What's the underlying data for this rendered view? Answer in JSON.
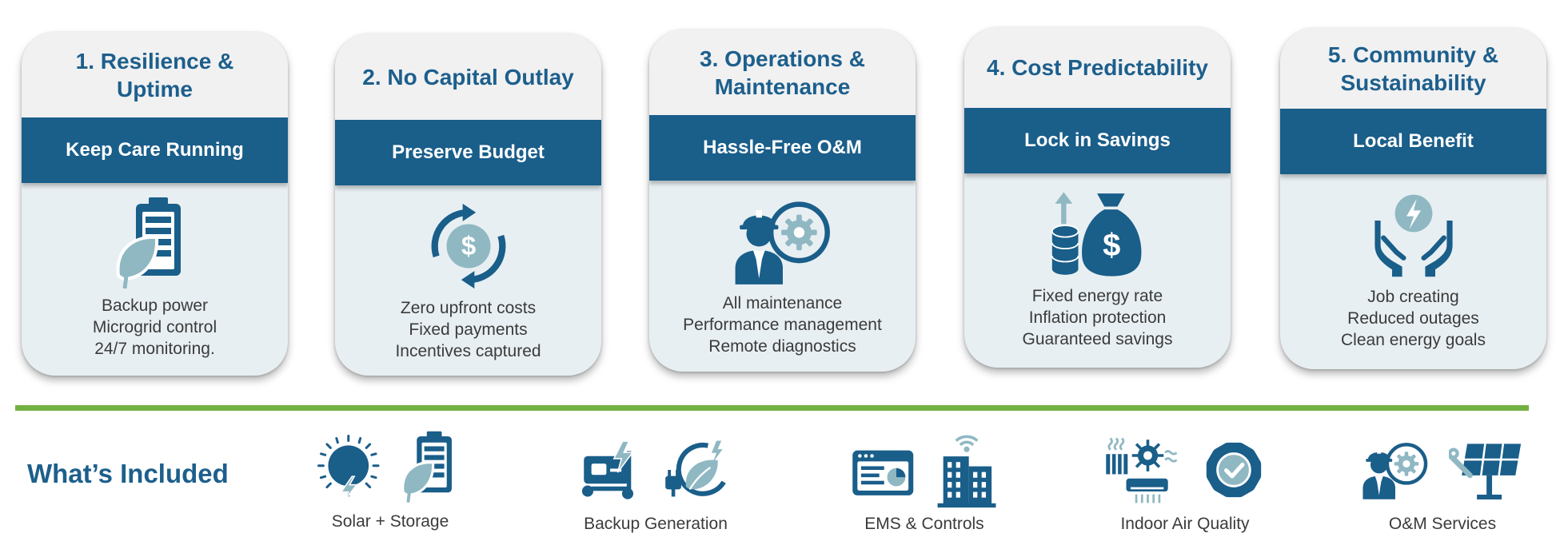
{
  "colors": {
    "brand_blue": "#1a5e8a",
    "icon_light": "#8fb8c3",
    "green_rule": "#74b043",
    "card_bg": "#e8eff2",
    "head_bg": "#f1f1f2"
  },
  "cards": [
    {
      "title_lines": [
        "1. Resilience &",
        "Uptime"
      ],
      "band": "Keep Care Running",
      "icon": "battery-leaf-icon",
      "lines": [
        "Backup power",
        "Microgrid control",
        "24/7 monitoring."
      ]
    },
    {
      "title_lines": [
        "2. No Capital Outlay"
      ],
      "band": "Preserve Budget",
      "icon": "dollar-cycle-icon",
      "lines": [
        "Zero upfront costs",
        "Fixed payments",
        "Incentives captured"
      ]
    },
    {
      "title_lines": [
        "3. Operations &",
        "Maintenance"
      ],
      "band": "Hassle-Free O&M",
      "icon": "technician-gear-icon",
      "lines": [
        "All maintenance",
        "Performance management",
        "Remote diagnostics"
      ]
    },
    {
      "title_lines": [
        "4. Cost Predictability"
      ],
      "band": "Lock in Savings",
      "icon": "money-bag-coins-icon",
      "lines": [
        "Fixed energy rate",
        "Inflation protection",
        "Guaranteed savings"
      ]
    },
    {
      "title_lines": [
        "5. Community &",
        "Sustainability"
      ],
      "band": "Local Benefit",
      "icon": "hands-energy-icon",
      "lines": [
        "Job creating",
        "Reduced outages",
        "Clean energy goals"
      ]
    }
  ],
  "included": {
    "title": "What’s Included",
    "items": [
      {
        "label": "Solar + Storage",
        "icons": [
          "sun-bolt-icon",
          "battery-leaf-icon"
        ]
      },
      {
        "label": "Backup Generation",
        "icons": [
          "generator-icon",
          "plug-leaf-icon"
        ]
      },
      {
        "label": "EMS & Controls",
        "icons": [
          "dashboard-screen-icon",
          "smart-building-icon"
        ]
      },
      {
        "label": "Indoor Air Quality",
        "icons": [
          "hvac-icon",
          "quality-badge-icon"
        ]
      },
      {
        "label": "O&M Services",
        "icons": [
          "technician-gear-icon",
          "solar-panel-tool-icon"
        ]
      }
    ]
  }
}
